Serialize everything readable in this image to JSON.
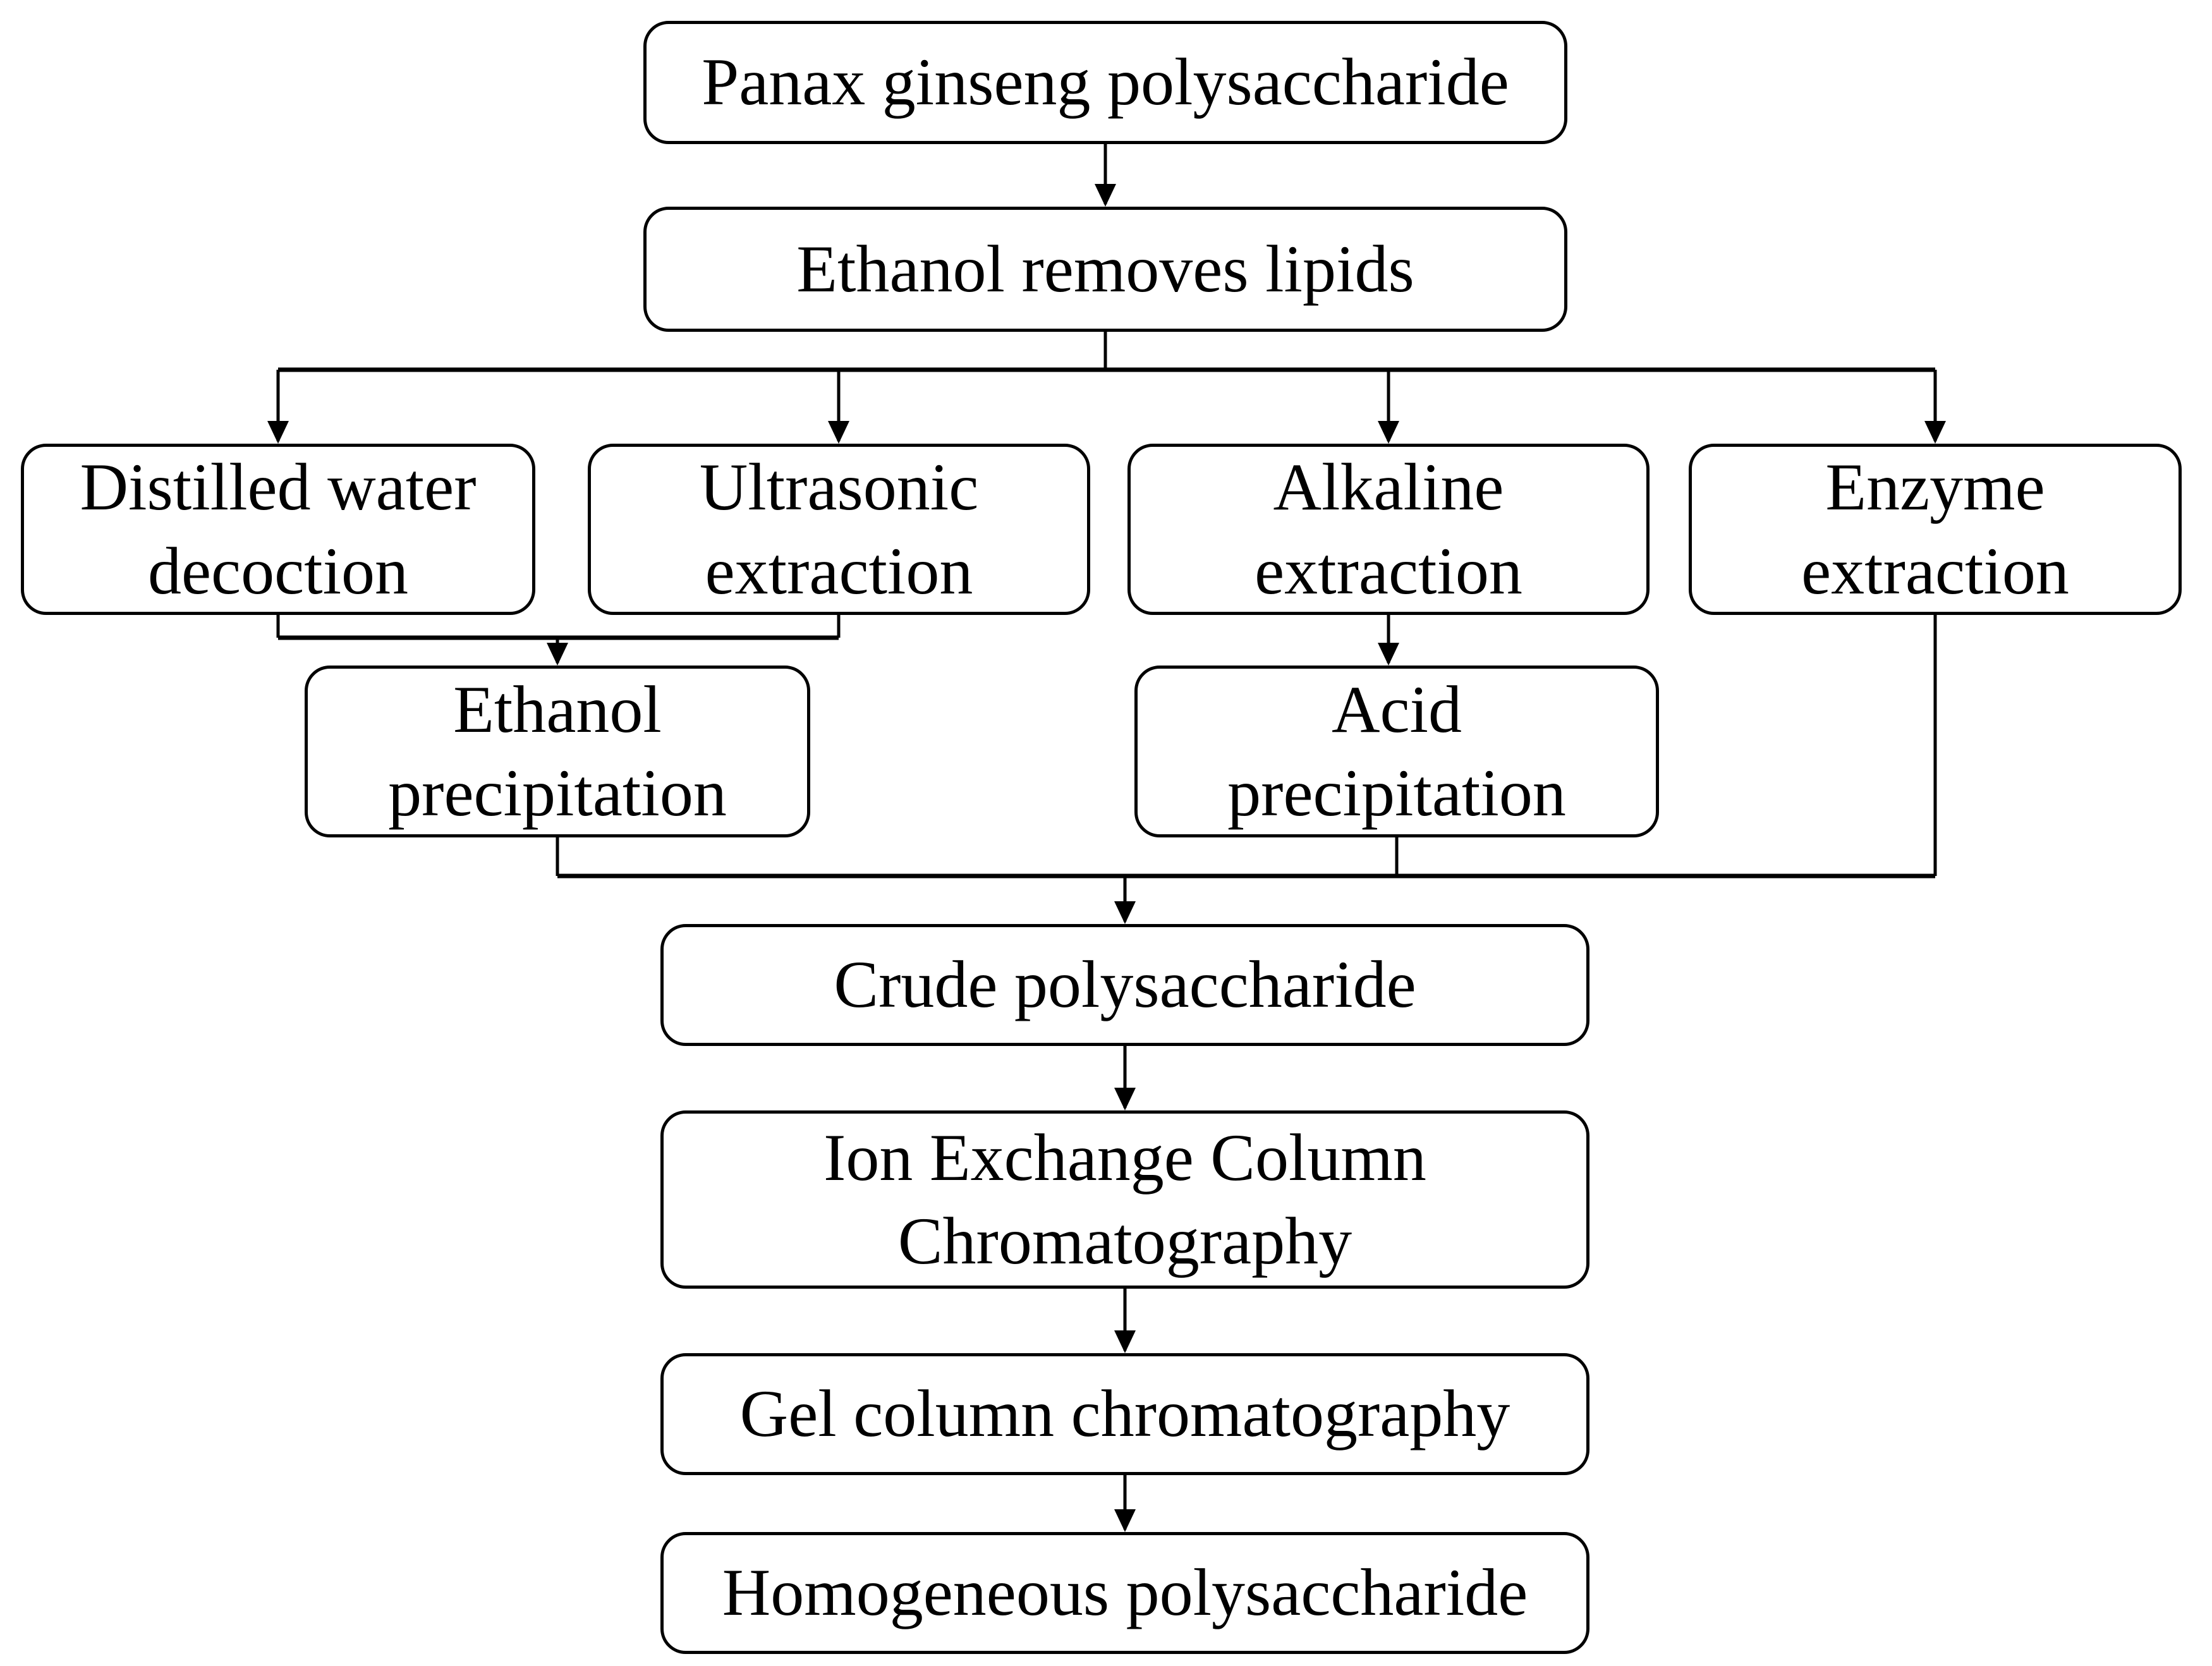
{
  "diagram": {
    "type": "flowchart",
    "colors": {
      "background": "#ffffff",
      "node_fill": "#ffffff",
      "node_border": "#000000",
      "connector": "#000000",
      "text": "#000000"
    },
    "nodes": {
      "panax": {
        "label": "Panax ginseng polysaccharide"
      },
      "ethanol_lipids": {
        "label": "Ethanol removes lipids"
      },
      "distilled": {
        "label": "Distilled water\ndecoction"
      },
      "ultrasonic": {
        "label": "Ultrasonic\nextraction"
      },
      "alkaline": {
        "label": "Alkaline\nextraction"
      },
      "enzyme": {
        "label": "Enzyme\nextraction"
      },
      "ethanol_precip": {
        "label": "Ethanol\nprecipitation"
      },
      "acid_precip": {
        "label": "Acid\nprecipitation"
      },
      "crude": {
        "label": "Crude polysaccharide"
      },
      "ion_exchange": {
        "label": "Ion Exchange Column\nChromatography"
      },
      "gel": {
        "label": "Gel column chromatography"
      },
      "homogeneous": {
        "label": "Homogeneous polysaccharide"
      }
    },
    "edges": [
      {
        "from": "panax",
        "to": "ethanol_lipids"
      },
      {
        "from": "ethanol_lipids",
        "to": "distilled"
      },
      {
        "from": "ethanol_lipids",
        "to": "ultrasonic"
      },
      {
        "from": "ethanol_lipids",
        "to": "alkaline"
      },
      {
        "from": "ethanol_lipids",
        "to": "enzyme"
      },
      {
        "from": "distilled",
        "to": "ethanol_precip"
      },
      {
        "from": "ultrasonic",
        "to": "ethanol_precip"
      },
      {
        "from": "alkaline",
        "to": "acid_precip"
      },
      {
        "from": "ethanol_precip",
        "to": "crude"
      },
      {
        "from": "acid_precip",
        "to": "crude"
      },
      {
        "from": "enzyme",
        "to": "crude"
      },
      {
        "from": "crude",
        "to": "ion_exchange"
      },
      {
        "from": "ion_exchange",
        "to": "gel"
      },
      {
        "from": "gel",
        "to": "homogeneous"
      }
    ]
  }
}
